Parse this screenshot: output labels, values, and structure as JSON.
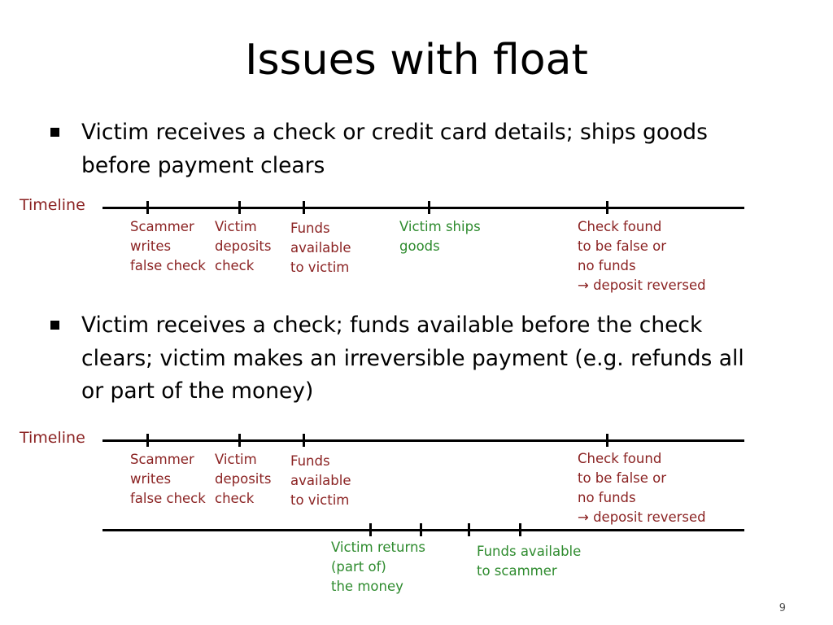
{
  "slide": {
    "title": "Issues with float",
    "page_number": "9"
  },
  "bullets": [
    "Victim receives a check or credit card details; ships goods before payment clears",
    "Victim receives a check; funds available before the check clears; victim makes an irreversible payment (e.g. refunds all or part of the money)"
  ],
  "timeline1": {
    "label": "Timeline",
    "events": [
      "Scammer\nwrites\nfalse check",
      "Victim\ndeposits\ncheck",
      "Funds\navailable\nto victim",
      "Victim ships\ngoods",
      "Check found\nto be false or\nno funds\n→ deposit reversed"
    ]
  },
  "timeline2": {
    "label": "Timeline",
    "events": [
      "Scammer\nwrites\nfalse check",
      "Victim\ndeposits\ncheck",
      "Funds\navailable\nto victim",
      "Check found\nto be false or\nno funds\n→ deposit reversed"
    ],
    "lower_events": [
      "Victim returns\n(part of)\nthe money",
      "Funds available\nto scammer"
    ]
  },
  "colors": {
    "timeline_label": "#8b2323",
    "fraud_event": "#8b2323",
    "victim_action": "#2e8b2e"
  }
}
